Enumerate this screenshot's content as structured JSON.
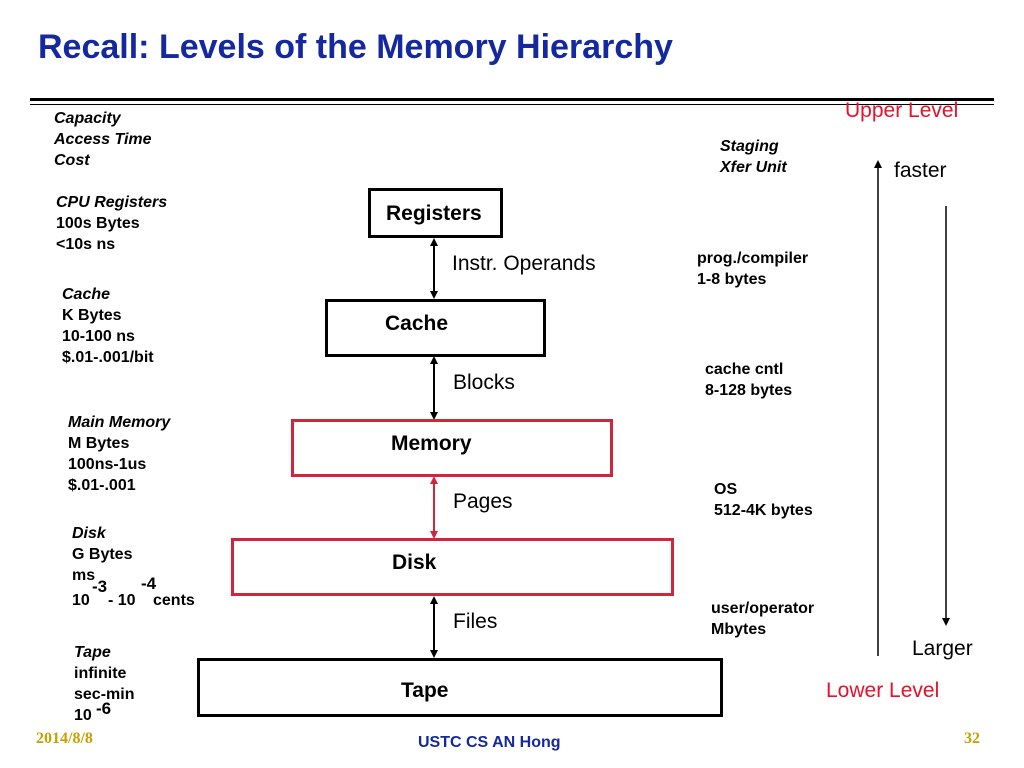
{
  "title": "Recall: Levels of the Memory Hierarchy",
  "left_header": [
    "Capacity",
    "Access Time",
    "Cost"
  ],
  "right_header": [
    "Staging",
    "Xfer Unit"
  ],
  "upper_level": "Upper Level",
  "lower_level": "Lower Level",
  "faster": "faster",
  "larger": "Larger",
  "levels": [
    {
      "name": "Registers",
      "props_title": "CPU Registers",
      "props": [
        "100s Bytes",
        "<10s ns"
      ]
    },
    {
      "name": "Cache",
      "props_title": "Cache",
      "props": [
        "K Bytes",
        "10-100 ns",
        "$.01-.001/bit"
      ]
    },
    {
      "name": "Memory",
      "props_title": "Main Memory",
      "props": [
        "M Bytes",
        "100ns-1us",
        "$.01-.001"
      ]
    },
    {
      "name": "Disk",
      "props_title": "Disk",
      "props": [
        "G Bytes",
        "ms",
        "10",
        "- 10",
        "cents"
      ],
      "sups": [
        "-3",
        "-4"
      ]
    },
    {
      "name": "Tape",
      "props_title": "Tape",
      "props": [
        "infinite",
        "sec-min",
        "10"
      ],
      "sups": [
        "-6"
      ]
    }
  ],
  "transfers": [
    {
      "label": "Instr. Operands",
      "staging": "prog./compiler",
      "unit": "1-8 bytes"
    },
    {
      "label": "Blocks",
      "staging": "cache cntl",
      "unit": "8-128 bytes"
    },
    {
      "label": "Pages",
      "staging": "OS",
      "unit": "512-4K bytes"
    },
    {
      "label": "Files",
      "staging": "user/operator",
      "unit": "Mbytes"
    }
  ],
  "footer": {
    "date": "2014/8/8",
    "center": "USTC CS AN Hong",
    "page": "32"
  },
  "colors": {
    "title": "#1428a0",
    "red": "#e8102a",
    "box_red": "#d0263c",
    "footer_gold": "#c8a000"
  }
}
